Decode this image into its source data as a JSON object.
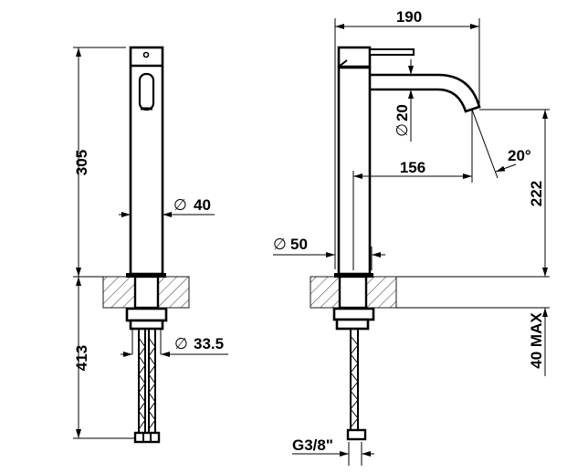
{
  "title": "Faucet technical drawing",
  "front_view": {
    "height_above_counter": "305",
    "body_diameter": "40",
    "height_below_counter": "413",
    "hose_diameter": "33.5",
    "diameter_symbol": "∅"
  },
  "side_view": {
    "overall_depth": "190",
    "spout_diameter": "20",
    "spout_reach": "156",
    "spout_angle": "20°",
    "spout_height": "222",
    "base_diameter": "50",
    "counter_thickness": "40 MAX",
    "connection": "G3/8\"",
    "diameter_symbol": "∅"
  },
  "colors": {
    "line": "#000000",
    "background": "#ffffff"
  }
}
